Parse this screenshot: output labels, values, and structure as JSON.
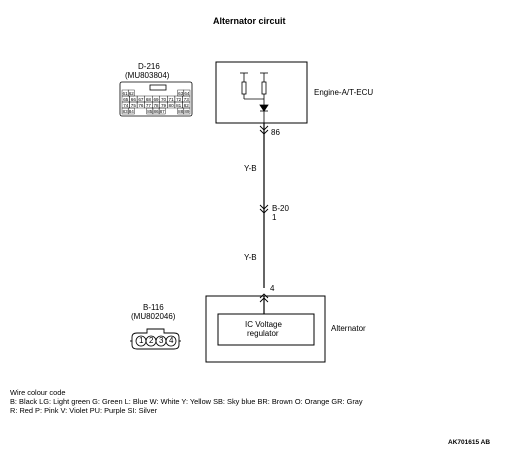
{
  "title": "Alternator circuit",
  "ecu_connector": {
    "id": "D-216",
    "part": "(MU803804)",
    "pin_rows": [
      [
        "61",
        "62",
        "",
        "",
        "",
        "",
        "",
        "",
        "",
        "63",
        "64"
      ],
      [
        "65",
        "66",
        "67",
        "68",
        "69",
        "70",
        "71",
        "72",
        "73"
      ],
      [
        "74",
        "75",
        "76",
        "77",
        "78",
        "79",
        "80",
        "81",
        "82"
      ],
      [
        "83",
        "84",
        "",
        "",
        "85",
        "86",
        "87",
        "",
        "",
        "88",
        "89"
      ]
    ]
  },
  "alt_connector": {
    "id": "B-116",
    "part": "(MU802046)",
    "pins": [
      "1",
      "2",
      "3",
      "4"
    ]
  },
  "ecu": {
    "label": "Engine-A/T-ECU",
    "pin": "86"
  },
  "wire_color_top": "Y-B",
  "intermediate_connector": {
    "id": "B-20",
    "pin": "1"
  },
  "wire_color_bottom": "Y-B",
  "alternator": {
    "label": "Alternator",
    "pin": "4",
    "regulator_line1": "IC Voltage",
    "regulator_line2": "regulator"
  },
  "legend": {
    "heading": "Wire colour code",
    "line1": "B: Black  LG: Light green  G: Green  L: Blue  W: White  Y: Yellow  SB: Sky blue  BR: Brown  O: Orange  GR: Gray",
    "line2": "R: Red  P: Pink  V: Violet  PU: Purple  SI: Silver"
  },
  "figure_ref": "AK701615 AB"
}
